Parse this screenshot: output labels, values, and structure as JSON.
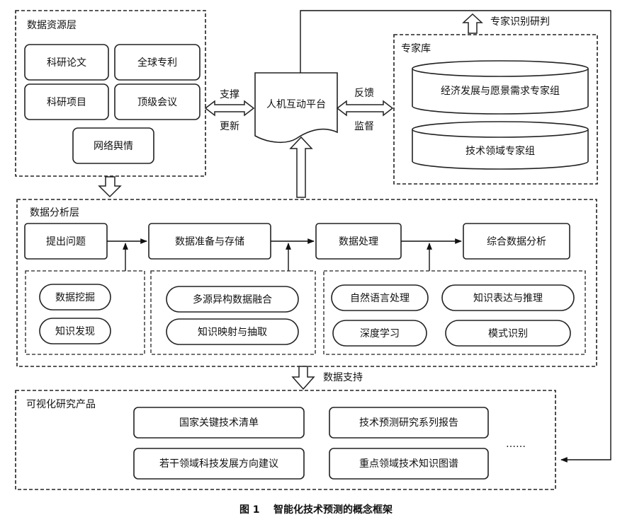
{
  "resource_layer": {
    "title": "数据资源层",
    "items": [
      "科研论文",
      "全球专利",
      "科研项目",
      "顶级会议",
      "网络舆情"
    ]
  },
  "platform": {
    "title": "人机互动平台",
    "left_top": "支撑",
    "left_bottom": "更新",
    "right_top": "反馈",
    "right_bottom": "监督"
  },
  "expert_db": {
    "title": "专家库",
    "groups": [
      "经济发展与愿景需求专家组",
      "技术领域专家组"
    ],
    "top_label": "专家识别研判"
  },
  "analysis_layer": {
    "title": "数据分析层",
    "steps": [
      "提出问题",
      "数据准备与存储",
      "数据处理",
      "综合数据分析"
    ],
    "group1": [
      "数据挖掘",
      "知识发现"
    ],
    "group2": [
      "多源异构数据融合",
      "知识映射与抽取"
    ],
    "group3": [
      "自然语言处理",
      "知识表达与推理",
      "深度学习",
      "模式识别"
    ]
  },
  "support_label": "数据支持",
  "products": {
    "title": "可视化研究产品",
    "items": [
      "国家关键技术清单",
      "技术预测研究系列报告",
      "若干领域科技发展方向建议",
      "重点领域技术知识图谱"
    ],
    "ellipsis": "……"
  },
  "caption": "图 1    智能化技术预测的概念框架"
}
